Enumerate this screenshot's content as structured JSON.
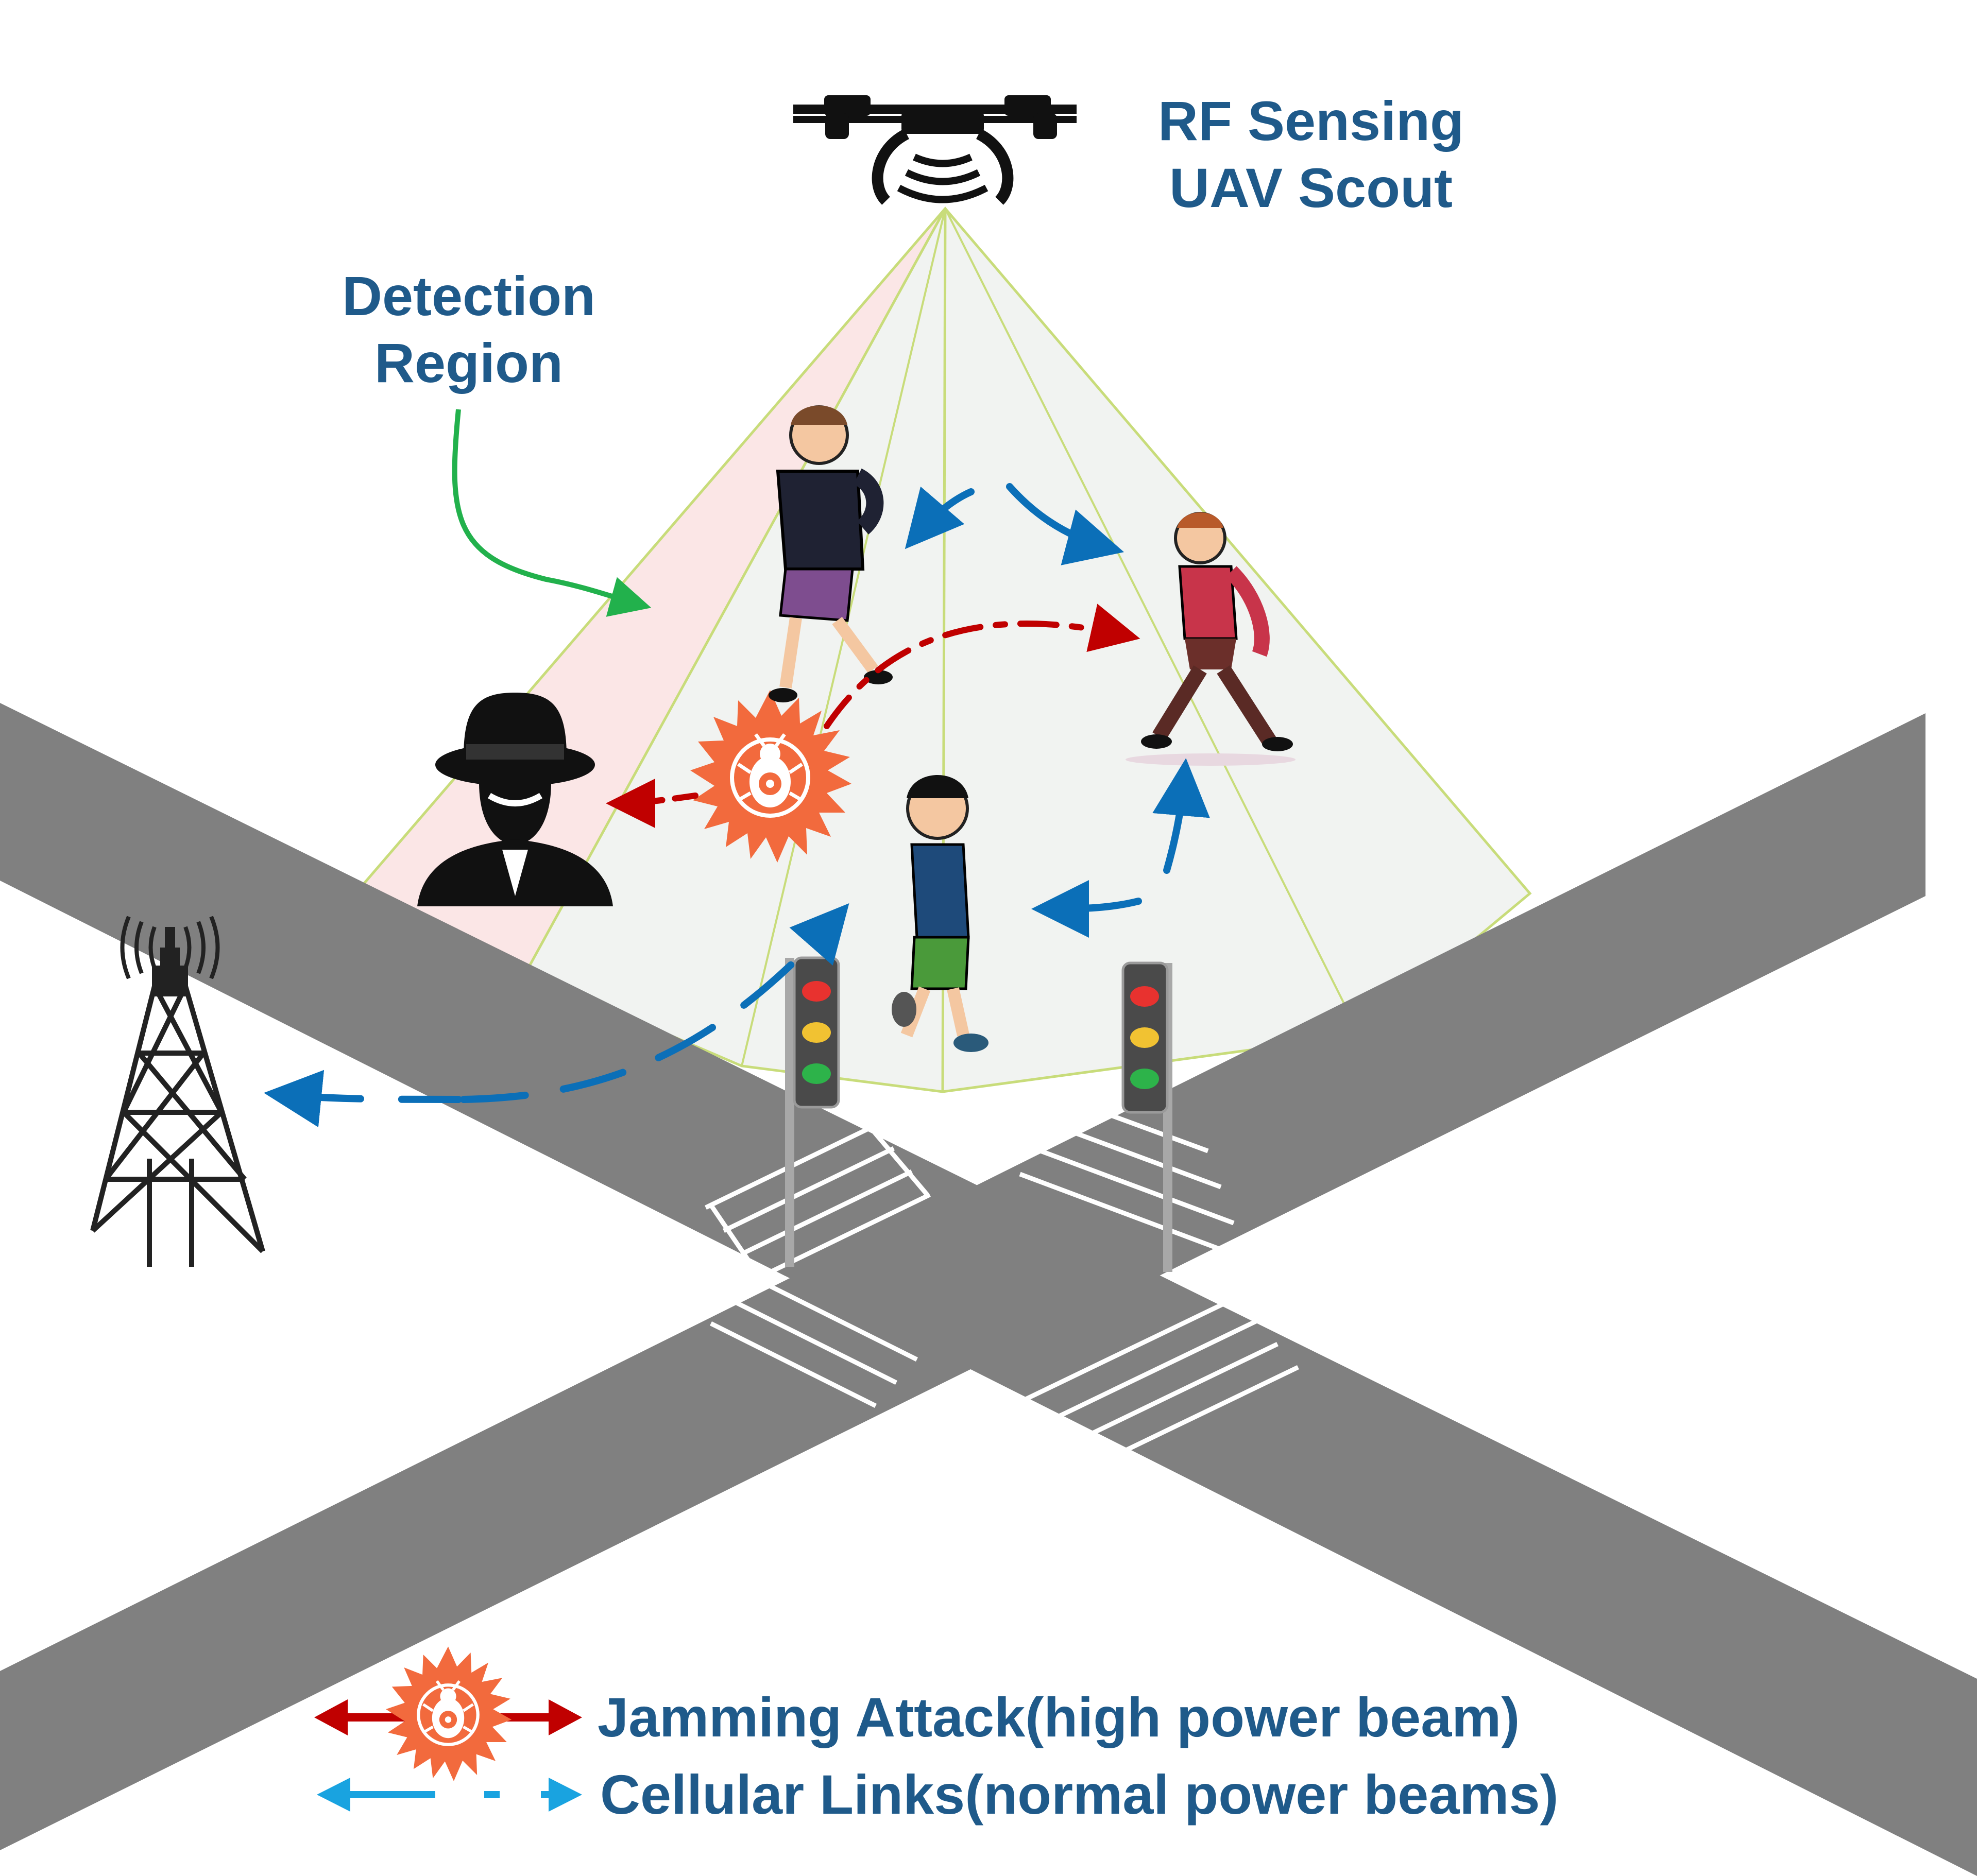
{
  "labels": {
    "uav_line1": "RF Sensing",
    "uav_line2": "UAV Scout",
    "detection_line1": "Detection",
    "detection_line2": "Region"
  },
  "legend": {
    "jamming": "Jamming Attack(high power beam)",
    "cellular": "Cellular Links(normal power beams)"
  },
  "colors": {
    "text": "#1f5a8a",
    "road": "#808080",
    "jamming_arrow": "#c00000",
    "cellular_arrow": "#0b6fb8",
    "legend_cellular": "#19a3e0",
    "detection_pointer": "#22b14c",
    "virus": "#f26a3d",
    "cone_fill": "#f1f3f1",
    "detection_fill": "#fbe6e6",
    "cone_edge": "#c8dc7a"
  },
  "icons": [
    "drone-icon",
    "rf-wave-icon",
    "hacker-icon",
    "virus-icon",
    "cell-tower-icon",
    "traffic-light-icon",
    "pedestrian-icon"
  ]
}
